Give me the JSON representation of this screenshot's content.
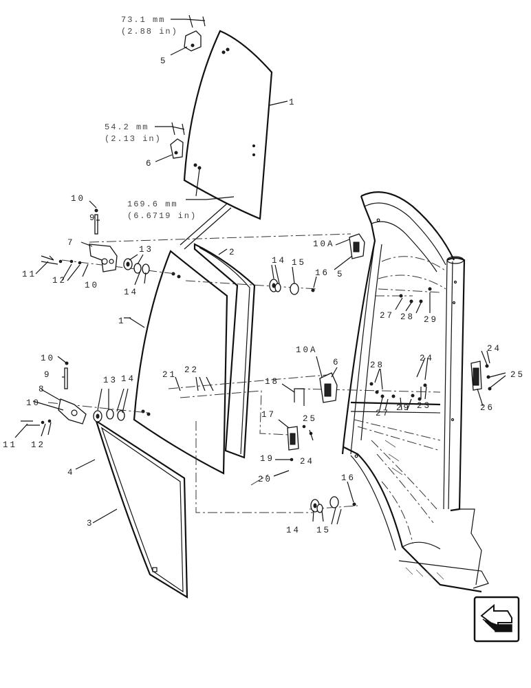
{
  "dimensions": [
    {
      "id": "dim-73",
      "metric": "73.1 mm",
      "imperial": "(2.88 in)"
    },
    {
      "id": "dim-54",
      "metric": "54.2 mm",
      "imperial": "(2.13 in)"
    },
    {
      "id": "dim-169",
      "metric": "169.6 mm",
      "imperial": "(6.6719 in)"
    }
  ],
  "callouts": {
    "c1a": "1",
    "c1b": "1",
    "c2": "2",
    "c3": "3",
    "c4": "4",
    "c5a": "5",
    "c5b": "5",
    "c6a": "6",
    "c6b": "6",
    "c7": "7",
    "c8": "8",
    "c9a": "9",
    "c9b": "9",
    "c10a": "10",
    "c10b": "10",
    "c10c": "10",
    "c10d": "10",
    "c10Aa": "10A",
    "c10Ab": "10A",
    "c11a": "11",
    "c11b": "11",
    "c12a": "12",
    "c12b": "12",
    "c13a": "13",
    "c13b": "13",
    "c14a": "14",
    "c14b": "14",
    "c14c": "14",
    "c14d": "14",
    "c15a": "15",
    "c15b": "15",
    "c16a": "16",
    "c16b": "16",
    "c17": "17",
    "c18": "18",
    "c19": "19",
    "c20": "20",
    "c21": "21",
    "c22": "22",
    "c23": "23",
    "c24a": "24",
    "c24b": "24",
    "c24c": "24",
    "c25a": "25",
    "c25b": "25",
    "c26": "26",
    "c27a": "27",
    "c27b": "27",
    "c28a": "28",
    "c28b": "28",
    "c29a": "29",
    "c29b": "29"
  },
  "navigation": {
    "icon": "arrow-navigation-icon"
  }
}
